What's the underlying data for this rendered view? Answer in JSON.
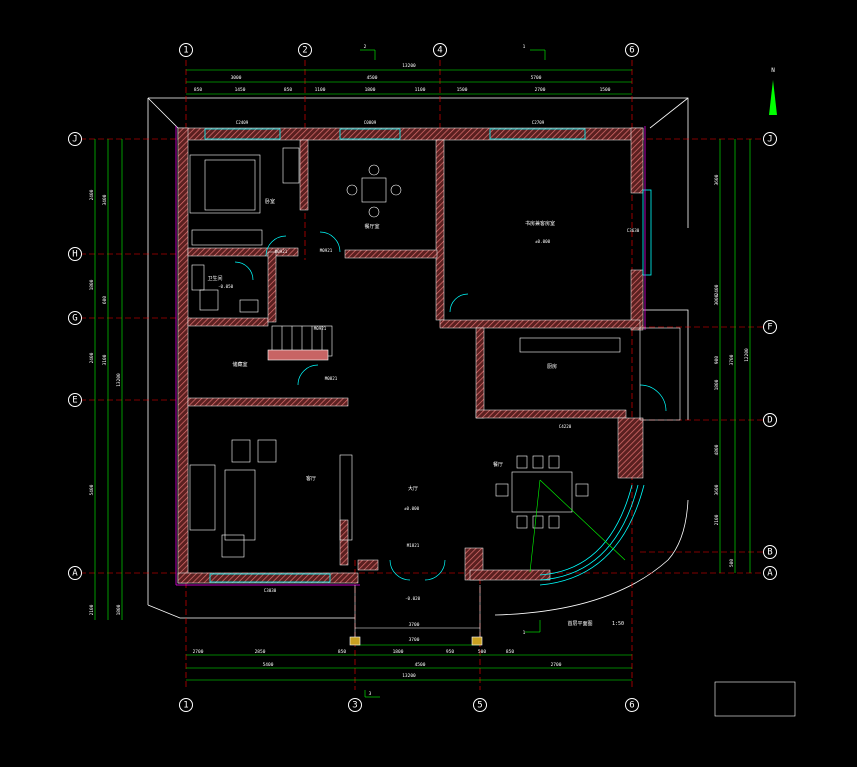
{
  "colors": {
    "background": "#000000",
    "wall_fill": "#c86464",
    "dimension": "#00ff00",
    "window": "#00ffff",
    "grid_axis": "#ff0000",
    "outline": "#ffffff",
    "boundary": "#ff00ff",
    "north_arrow": "#00ff00"
  },
  "axes": {
    "top": [
      "1",
      "2",
      "4",
      "6"
    ],
    "bottom": [
      "1",
      "3",
      "5",
      "6"
    ],
    "left": [
      "J",
      "H",
      "G",
      "E",
      "A"
    ],
    "right": [
      "J",
      "F",
      "D",
      "B",
      "A"
    ]
  },
  "top_dims": {
    "row1": [
      "2",
      "1"
    ],
    "row2": [
      "13200"
    ],
    "row3": [
      "3000",
      "4500",
      "5700"
    ],
    "row4": [
      "850",
      "1450",
      "850",
      "1100",
      "1800",
      "1100",
      "1500",
      "2700",
      "1500"
    ]
  },
  "bottom_dims": {
    "row1": [
      "1",
      "3"
    ],
    "row2": [
      "13200"
    ],
    "row3": [
      "5400",
      "4500",
      "2700"
    ],
    "row4": [
      "2700",
      "2850",
      "850",
      "1800",
      "950",
      "500",
      "850"
    ],
    "row5": [
      "3700",
      "3700"
    ]
  },
  "left_dims": [
    "2400",
    "1800",
    "600",
    "2400",
    "5400",
    "2100",
    "3400",
    "3100",
    "13200",
    "1800"
  ],
  "right_dims": [
    "3600",
    "2400",
    "3000",
    "900",
    "1800",
    "4800",
    "3600",
    "2100",
    "12200",
    "3700",
    "500"
  ],
  "rooms": {
    "bedroom1": "卧室",
    "dining_small": "餐厅室",
    "master": "书房兼客房室",
    "bath": "卫生间",
    "storage": "储藏室",
    "living": "客厅",
    "kitchen": "厨房",
    "dining": "餐厅",
    "hall": "大厅",
    "elevation_master": "±0.000",
    "elevation_bath": "-0.050",
    "elevation_hall": "±0.000",
    "elevation_entry": "-0.020"
  },
  "window_labels": [
    "C2409",
    "C0809",
    "C2709",
    "C3030",
    "C3630",
    "C4220"
  ],
  "door_labels": [
    "M0921",
    "M0921",
    "M0921",
    "M0821",
    "M1821"
  ],
  "plan_title": "首层平面图",
  "plan_scale": "1:50",
  "north_label": "N"
}
